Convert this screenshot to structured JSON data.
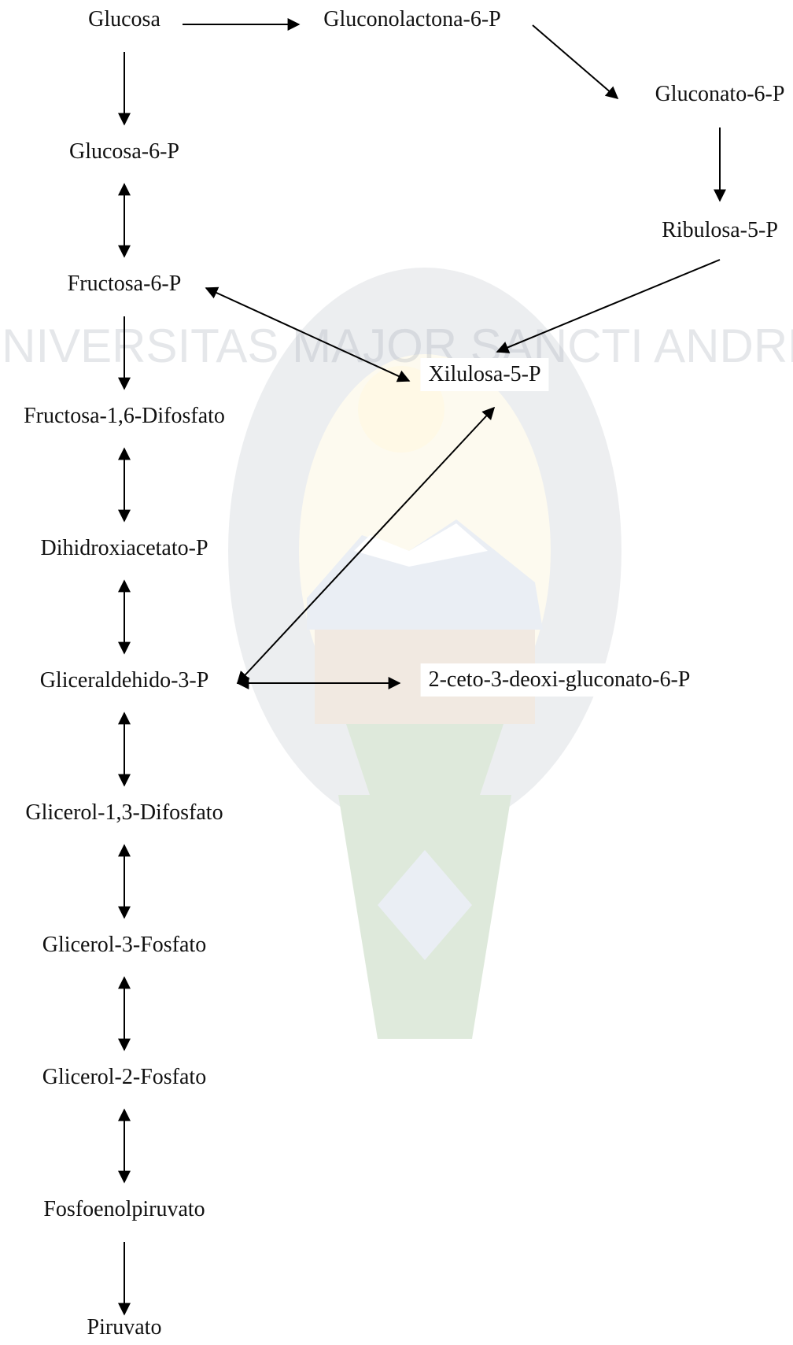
{
  "diagram": {
    "nodes": [
      {
        "id": "glucosa",
        "label": "Glucosa"
      },
      {
        "id": "gluconolactona",
        "label": "Gluconolactona-6-P"
      },
      {
        "id": "gluconato",
        "label": "Gluconato-6-P"
      },
      {
        "id": "ribulosa",
        "label": "Ribulosa-5-P"
      },
      {
        "id": "glucosa6p",
        "label": "Glucosa-6-P"
      },
      {
        "id": "fructosa6p",
        "label": "Fructosa-6-P"
      },
      {
        "id": "xilulosa",
        "label": "Xilulosa-5-P"
      },
      {
        "id": "fructosa16",
        "label": "Fructosa-1,6-Difosfato"
      },
      {
        "id": "dihidroxi",
        "label": "Dihidroxiacetato-P"
      },
      {
        "id": "gliceraldehido",
        "label": "Gliceraldehido-3-P"
      },
      {
        "id": "ceto",
        "label": "2-ceto-3-deoxi-gluconato-6-P"
      },
      {
        "id": "glicerol13",
        "label": "Glicerol-1,3-Difosfato"
      },
      {
        "id": "glicerol3",
        "label": "Glicerol-3-Fosfato"
      },
      {
        "id": "glicerol2",
        "label": "Glicerol-2-Fosfato"
      },
      {
        "id": "fosfoenol",
        "label": "Fosfoenolpiruvato"
      },
      {
        "id": "piruvato",
        "label": "Piruvato"
      }
    ],
    "edges": [
      {
        "from": "glucosa",
        "to": "gluconolactona",
        "direction": "forward"
      },
      {
        "from": "gluconolactona",
        "to": "gluconato",
        "direction": "forward"
      },
      {
        "from": "gluconato",
        "to": "ribulosa",
        "direction": "forward"
      },
      {
        "from": "ribulosa",
        "to": "xilulosa",
        "direction": "forward"
      },
      {
        "from": "glucosa",
        "to": "glucosa6p",
        "direction": "forward"
      },
      {
        "from": "glucosa6p",
        "to": "fructosa6p",
        "direction": "both"
      },
      {
        "from": "fructosa6p",
        "to": "xilulosa",
        "direction": "both"
      },
      {
        "from": "fructosa6p",
        "to": "fructosa16",
        "direction": "forward"
      },
      {
        "from": "fructosa16",
        "to": "dihidroxi",
        "direction": "both"
      },
      {
        "from": "dihidroxi",
        "to": "gliceraldehido",
        "direction": "both"
      },
      {
        "from": "gliceraldehido",
        "to": "xilulosa",
        "direction": "both"
      },
      {
        "from": "gliceraldehido",
        "to": "ceto",
        "direction": "both"
      },
      {
        "from": "gliceraldehido",
        "to": "glicerol13",
        "direction": "both"
      },
      {
        "from": "glicerol13",
        "to": "glicerol3",
        "direction": "both"
      },
      {
        "from": "glicerol3",
        "to": "glicerol2",
        "direction": "both"
      },
      {
        "from": "glicerol2",
        "to": "fosfoenol",
        "direction": "both"
      },
      {
        "from": "fosfoenol",
        "to": "piruvato",
        "direction": "forward"
      }
    ]
  },
  "watermark": {
    "text": "UNIVERSITAS MAJOR SANCTI ANDREAE",
    "colors": {
      "ring": "#9aa3ae",
      "sky": "#f6e7a9",
      "sun": "#ffe17a",
      "mountain": "#8fa4c8",
      "snow": "#ffffff",
      "green": "#4f8b3c",
      "brown": "#b38b5d"
    }
  }
}
